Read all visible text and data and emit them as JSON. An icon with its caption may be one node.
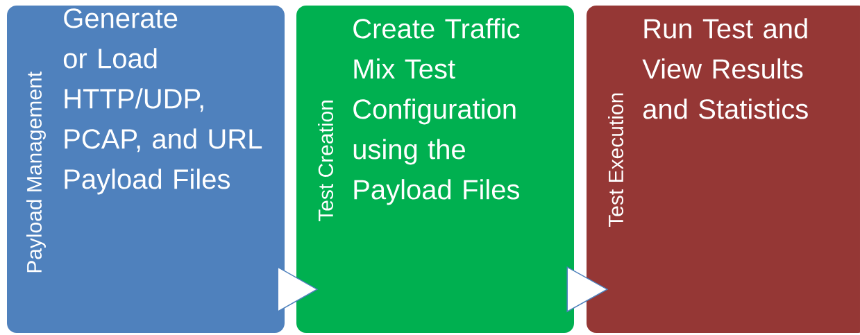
{
  "diagram": {
    "nodes": [
      {
        "text": [
          "Payload Management",
          "Generate or Load HTTP/UDP, PCAP, and URL Payload Files"
        ]
      },
      {
        "text": [
          "Test Creation",
          "Create Traffic Mix Test Configuration using the Payload Files"
        ]
      },
      {
        "text": [
          "Test Execution",
          "Run Test and View Results and Statistics"
        ]
      }
    ],
    "edges": [
      {
        "from": 0,
        "to": 1,
        "arrow": "to"
      },
      {
        "from": 1,
        "to": 2,
        "arrow": "to"
      }
    ]
  }
}
